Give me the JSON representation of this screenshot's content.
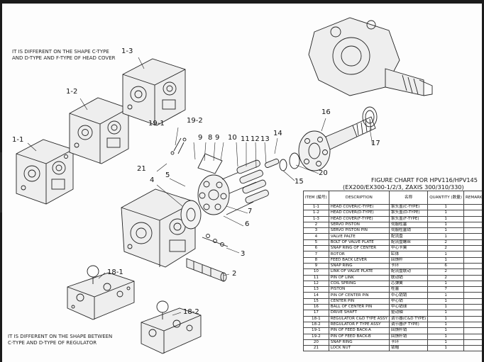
{
  "notes": {
    "head_cover": "IT IS DIFFERENT ON THE SHAPE C-TYPE AND D-TYPE AND F-TYPE OF HEAD COVER",
    "regulator": "IT IS DIFFERENT ON THE SHAPE BETWEEN C-TYPE AND D-TYPE OF REGULATOR"
  },
  "callouts": [
    "1-1",
    "1-2",
    "1-3",
    "19-1",
    "19-2",
    "9",
    "8",
    "9",
    "10",
    "11",
    "12",
    "13",
    "14",
    "16",
    "17",
    "21",
    "4",
    "5",
    "15",
    "20",
    "7",
    "6",
    "3",
    "2",
    "18-1",
    "18-2"
  ],
  "chart": {
    "title": "FIGURE CHART FOR HPV116/HPV145",
    "subtitle": "(EX200/EX300-1/2/3, ZAXIS 300/310/330)",
    "headers": {
      "item": "ITEM (編号)",
      "description": "DESCRIPTION",
      "name_cn": "名称",
      "quantity": "QUANTITY (数量)",
      "remark": "REMARK (备注)"
    },
    "rows": [
      {
        "item": "1-1",
        "desc": "HEAD COVER(C-TYPE)",
        "cn": "泵头盖(C-TYPE)",
        "qty": "1"
      },
      {
        "item": "1-2",
        "desc": "HEAD COVER(D-TYPE)",
        "cn": "泵头盖(D-TYPE)",
        "qty": "1"
      },
      {
        "item": "1-3",
        "desc": "HEAD COVER(F-TYPE)",
        "cn": "泵头盖(F-TYPE)",
        "qty": "1"
      },
      {
        "item": "2",
        "desc": "SERVO PISTON",
        "cn": "伺服柱塞",
        "qty": "1"
      },
      {
        "item": "3",
        "desc": "SERVO PISTON PIN",
        "cn": "伺服柱塞销",
        "qty": "1"
      },
      {
        "item": "4",
        "desc": "VALVE PALTE",
        "cn": "配流盘",
        "qty": "1"
      },
      {
        "item": "5",
        "desc": "BOLT OF VALVE PLATE",
        "cn": "配流盘螺丝",
        "qty": "2"
      },
      {
        "item": "6",
        "desc": "SNAP RING OF CENTER",
        "cn": "中心卡簧",
        "qty": "2"
      },
      {
        "item": "7",
        "desc": "ROTOR",
        "cn": "缸体",
        "qty": "1"
      },
      {
        "item": "8",
        "desc": "FEED BACK LEVER",
        "cn": "回馈杆",
        "qty": "1"
      },
      {
        "item": "9",
        "desc": "SNAP RING",
        "cn": "卡环",
        "qty": "6"
      },
      {
        "item": "10",
        "desc": "LINK OF VALVE PLATE",
        "cn": "配流盘联动",
        "qty": "2"
      },
      {
        "item": "11",
        "desc": "PIN OF LINK",
        "cn": "联动销",
        "qty": "2"
      },
      {
        "item": "12",
        "desc": "COIL SPRING",
        "cn": "芯弹簧",
        "qty": "1"
      },
      {
        "item": "13",
        "desc": "PISTON",
        "cn": "柱塞",
        "qty": "7"
      },
      {
        "item": "14",
        "desc": "PIN OF CENTER PIN",
        "cn": "中心销销",
        "qty": "1"
      },
      {
        "item": "15",
        "desc": "CENTER PIN",
        "cn": "中心销",
        "qty": "1"
      },
      {
        "item": "16",
        "desc": "BALL OF CENTER PIN",
        "cn": "中心销球",
        "qty": "1"
      },
      {
        "item": "17",
        "desc": "DRIVE SHAFT",
        "cn": "驱动轴",
        "qty": "1"
      },
      {
        "item": "18-1",
        "desc": "REGULATOR C&D TYPE ASSY",
        "cn": "调节器(C&D TYPE)",
        "qty": "1"
      },
      {
        "item": "18-2",
        "desc": "REGULATOR F TYPE ASSY",
        "cn": "调节器(F TYPE)",
        "qty": "1"
      },
      {
        "item": "19-1",
        "desc": "PIN OF FEED BACK-A",
        "cn": "回馈杆销",
        "qty": "1"
      },
      {
        "item": "19-2",
        "desc": "PIN OF FEED BACK-B",
        "cn": "回馈杆销",
        "qty": "1"
      },
      {
        "item": "20",
        "desc": "SNAP RING",
        "cn": "卡环",
        "qty": "1"
      },
      {
        "item": "21",
        "desc": "LOCK NUT",
        "cn": "锁帽",
        "qty": "1"
      }
    ]
  }
}
